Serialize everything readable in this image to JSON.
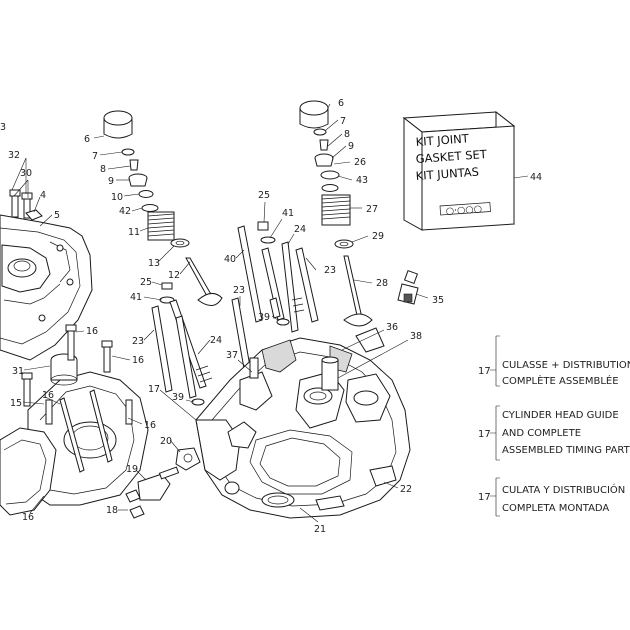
{
  "callouts": {
    "c3": "3",
    "c32": "32",
    "c30": "30",
    "c4": "4",
    "c5": "5",
    "c31": "31",
    "c15": "15",
    "c16a": "16",
    "c16b": "16",
    "c16c": "16",
    "c16d": "16",
    "c16e": "16",
    "c6a": "6",
    "c7a": "7",
    "c8a": "8",
    "c9a": "9",
    "c10": "10",
    "c42": "42",
    "c11": "11",
    "c13": "13",
    "c12": "12",
    "c25a": "25",
    "c41a": "41",
    "c23a": "23",
    "c24a": "24",
    "c17": "17",
    "c39a": "39",
    "c20": "20",
    "c19": "19",
    "c18": "18",
    "c25b": "25",
    "c41b": "41",
    "c24b": "24",
    "c40": "40",
    "c23b": "23",
    "c23c": "23",
    "c39b": "39",
    "c37": "37",
    "c36": "36",
    "c38": "38",
    "c22": "22",
    "c21": "21",
    "c6b": "6",
    "c7b": "7",
    "c8b": "8",
    "c9b": "9",
    "c26": "26",
    "c43": "43",
    "c27": "27",
    "c29": "29",
    "c28": "28",
    "c35": "35",
    "c44": "44"
  },
  "kit_box": {
    "line1": "KIT JOINT",
    "line2": "GASKET SET",
    "line3": "KIT JUNTAS",
    "brand": "○·○○○"
  },
  "legend": [
    {
      "num": "17",
      "lines": [
        "CULASSE + DISTRIBUTION",
        "COMPLÈTE ASSEMBLÉE"
      ]
    },
    {
      "num": "17",
      "lines": [
        "CYLINDER HEAD GUIDE",
        "AND COMPLETE",
        "ASSEMBLED TIMING PARTS"
      ]
    },
    {
      "num": "17",
      "lines": [
        "CULATA Y DISTRIBUCIÓN",
        "COMPLETA MONTADA"
      ]
    }
  ]
}
